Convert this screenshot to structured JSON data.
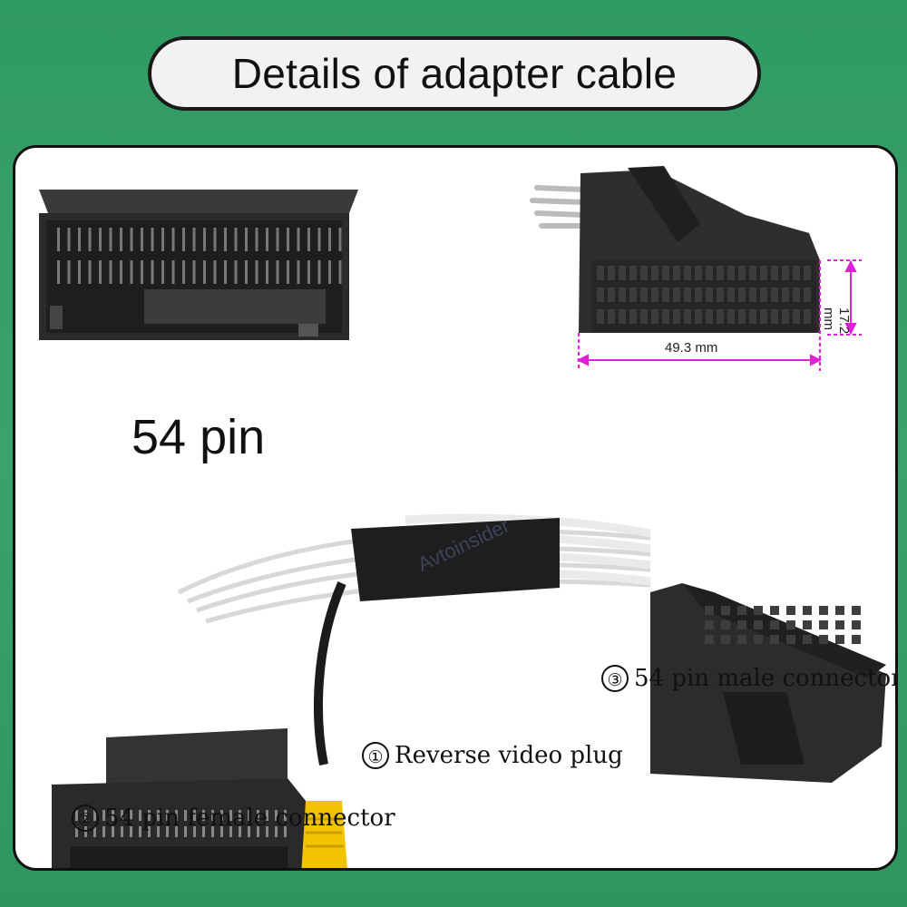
{
  "title": "Details of adapter cable",
  "pin_label": "54 pin",
  "dimensions": {
    "width": "49.3 mm",
    "height": "17.2 mm",
    "line_color": "#e020d8"
  },
  "callouts": [
    {
      "number": "①",
      "text": "Reverse video plug"
    },
    {
      "number": "②",
      "text": "54 pin female connector"
    },
    {
      "number": "③",
      "text": "54 pin male connector"
    }
  ],
  "watermark": "Avtoinsider",
  "colors": {
    "background": "#34a067",
    "connector": "#2a2a2a",
    "rca_plug": "#f2c400"
  }
}
